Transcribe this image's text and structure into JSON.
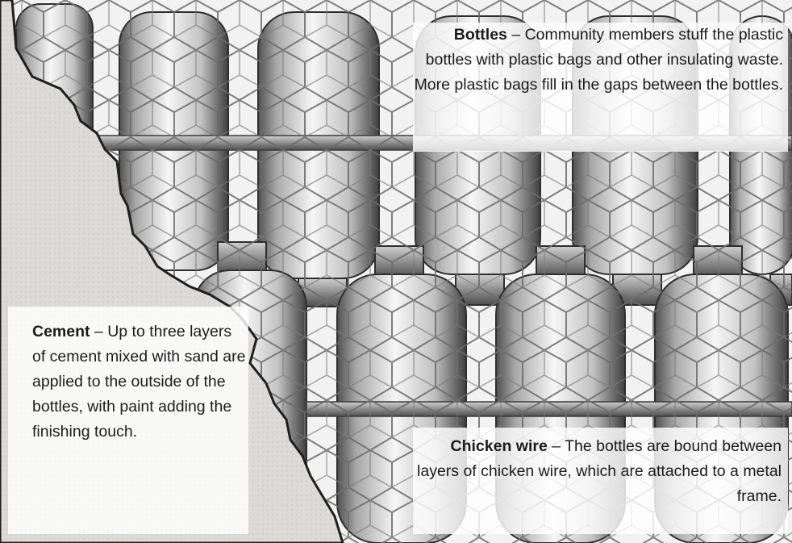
{
  "callouts": {
    "bottles": {
      "term": "Bottles",
      "text": " – Community members stuff the plastic bottles with plastic bags and other insulating waste. More plastic bags fill in the gaps between the bottles."
    },
    "cement": {
      "term": "Cement",
      "text": " – Up to three layers of cement mixed with sand are applied to the outside of the bottles, with paint adding the finishing touch."
    },
    "chicken_wire": {
      "term": "Chicken wire",
      "text": " – The bottles are bound between layers of chicken wire, which are attached to a metal frame."
    }
  },
  "colors": {
    "cement": "#dcdad6",
    "bottle_light": "#f4f4f4",
    "bottle_dark": "#4a4a4a",
    "wire": "#6c6c6c",
    "frame": "#8a8a8a"
  }
}
